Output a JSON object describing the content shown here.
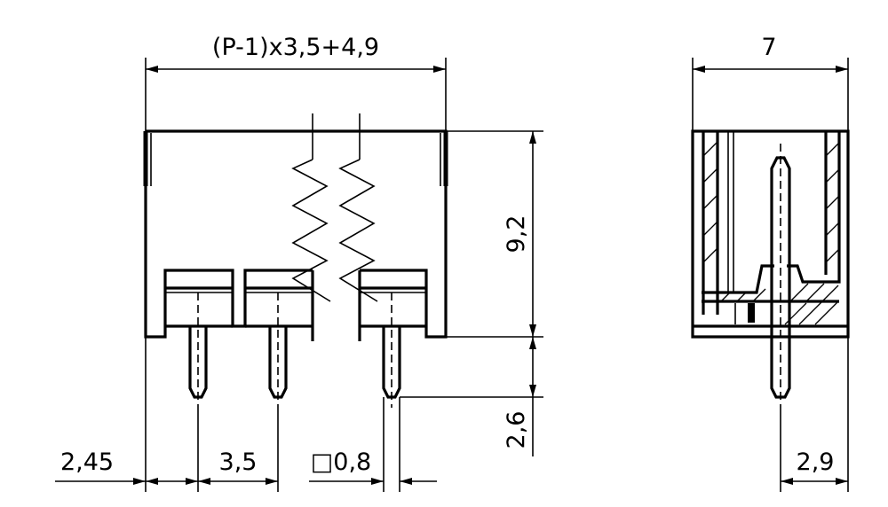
{
  "dimensions": {
    "total_width": "(P-1)x3,5+4,9",
    "side_width": "7",
    "height": "9,2",
    "pin_length": "2,6",
    "edge_offset": "2,45",
    "pitch": "3,5",
    "pin_square": "□0,8",
    "pin_offset_side": "2,9"
  }
}
